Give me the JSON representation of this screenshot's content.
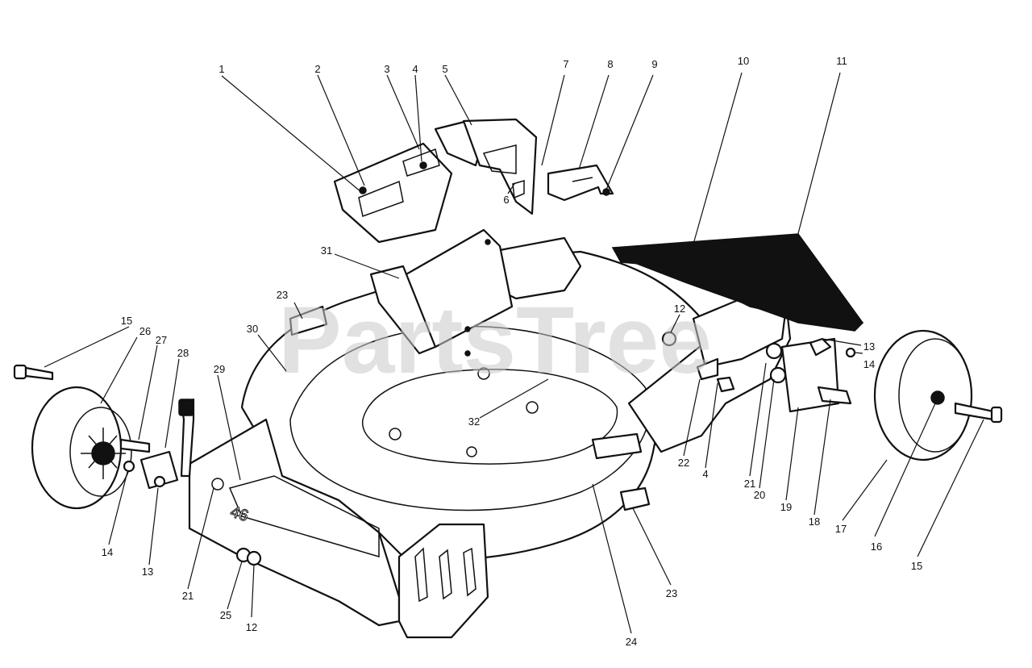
{
  "diagram": {
    "watermark": "PartsTree",
    "deck_marking": "46",
    "callouts": [
      "1",
      "2",
      "3",
      "4",
      "5",
      "7",
      "8",
      "9",
      "10",
      "11",
      "6",
      "31",
      "23",
      "30",
      "12",
      "13",
      "14",
      "15",
      "26",
      "27",
      "28",
      "29",
      "32",
      "22",
      "4",
      "21",
      "20",
      "19",
      "18",
      "17",
      "16",
      "15",
      "14",
      "13",
      "21",
      "25",
      "12",
      "24",
      "23"
    ]
  }
}
